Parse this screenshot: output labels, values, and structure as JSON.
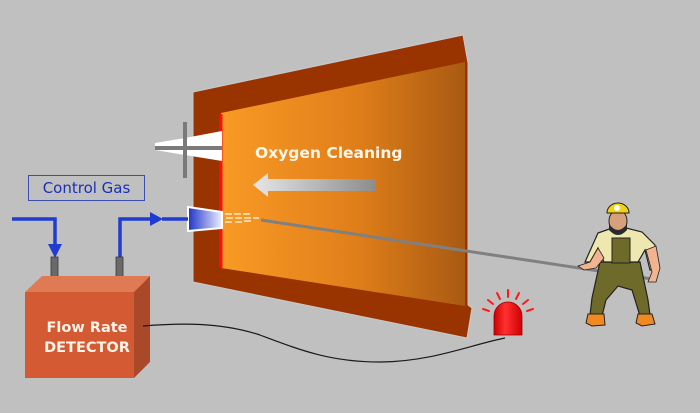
{
  "diagram": {
    "title": "Oxygen cleaning flow rate detection setup",
    "labels": {
      "control_gas": "Control Gas",
      "oxygen_cleaning": "Oxygen Cleaning",
      "detector_line1": "Flow Rate",
      "detector_line2": "DETECTOR"
    },
    "components": [
      {
        "id": "control-gas-inlet",
        "icon": "blue-arrow"
      },
      {
        "id": "flow-rate-detector",
        "icon": "orange-box"
      },
      {
        "id": "vessel-frame",
        "icon": "trapezoid-frame"
      },
      {
        "id": "valve",
        "icon": "gray-cross-valve"
      },
      {
        "id": "nozzle",
        "icon": "blue-nozzle"
      },
      {
        "id": "oxygen-lance",
        "icon": "gray-rod"
      },
      {
        "id": "worker",
        "icon": "miner-with-helmet"
      },
      {
        "id": "alarm-beacon",
        "icon": "red-beacon"
      }
    ],
    "colors": {
      "background": "#c0c0c0",
      "frame": "#993300",
      "interior_light": "#f7941d",
      "interior_dark": "#a85a12",
      "red_edge": "#ff1010",
      "gas_blue": "#1f3bd1",
      "detector_front": "#d35a33",
      "detector_top": "#e07a55",
      "detector_side": "#a9492a",
      "alarm_red": "#ff1a1a"
    }
  }
}
